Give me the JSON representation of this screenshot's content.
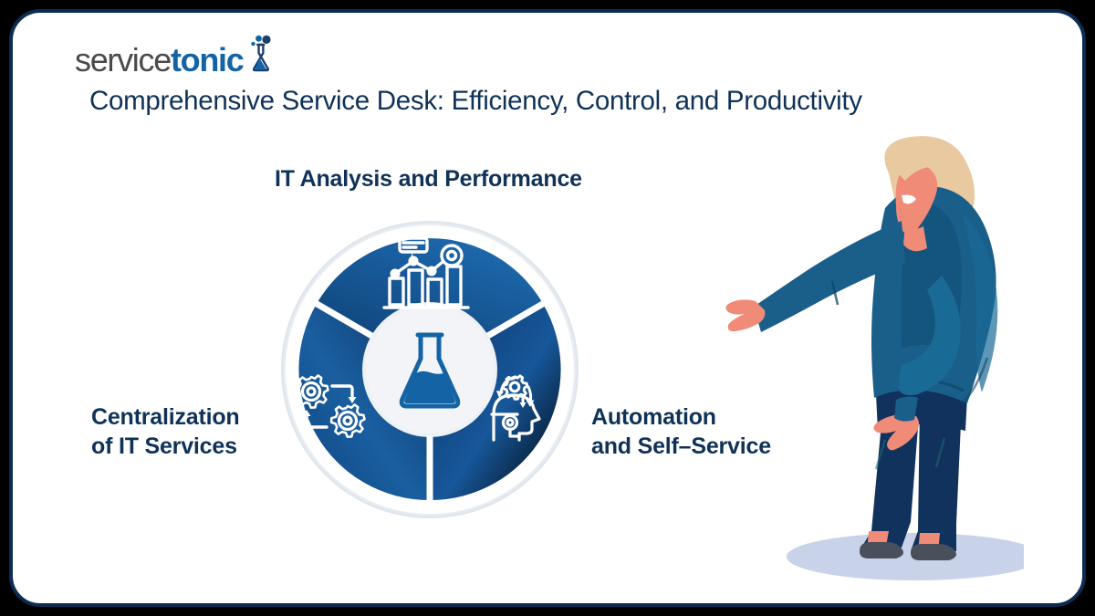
{
  "brand": {
    "logo_service": "service",
    "logo_tonic": "tonic",
    "logo_icon": "flask-icon",
    "color_service": "#4a4a4a",
    "color_tonic": "#1464a5"
  },
  "header": {
    "title": "Comprehensive Service Desk: Efficiency, Control, and Productivity",
    "title_color": "#103257"
  },
  "diagram": {
    "type": "three-segment-donut",
    "center_icon": "flask-icon",
    "accent_dark": "#0d3b6e",
    "accent_light": "#1a5fa0",
    "divider_color": "#ffffff",
    "segments": [
      {
        "id": "it-analysis",
        "label": "IT Analysis and Performance",
        "icon": "bar-chart-analytics-icon",
        "position": "top"
      },
      {
        "id": "centralization",
        "label": "Centralization\nof IT Services",
        "icon": "gears-cycle-icon",
        "position": "left"
      },
      {
        "id": "automation",
        "label": "Automation\nand Self–Service",
        "icon": "head-gear-icon",
        "position": "right"
      }
    ]
  },
  "illustration": {
    "name": "woman-pointing-illustration",
    "hair_color": "#e8c9a0",
    "skin_color": "#f08b78",
    "sweater_color": "#1a5f8a",
    "sweater_dark": "#14537a",
    "pants_color": "#11325c",
    "shoe_color": "#4a4f5c",
    "shadow_color": "#c8d2e8"
  },
  "frame": {
    "border_color": "#0d2c54",
    "background": "#ffffff",
    "outer_background": "#000000"
  }
}
